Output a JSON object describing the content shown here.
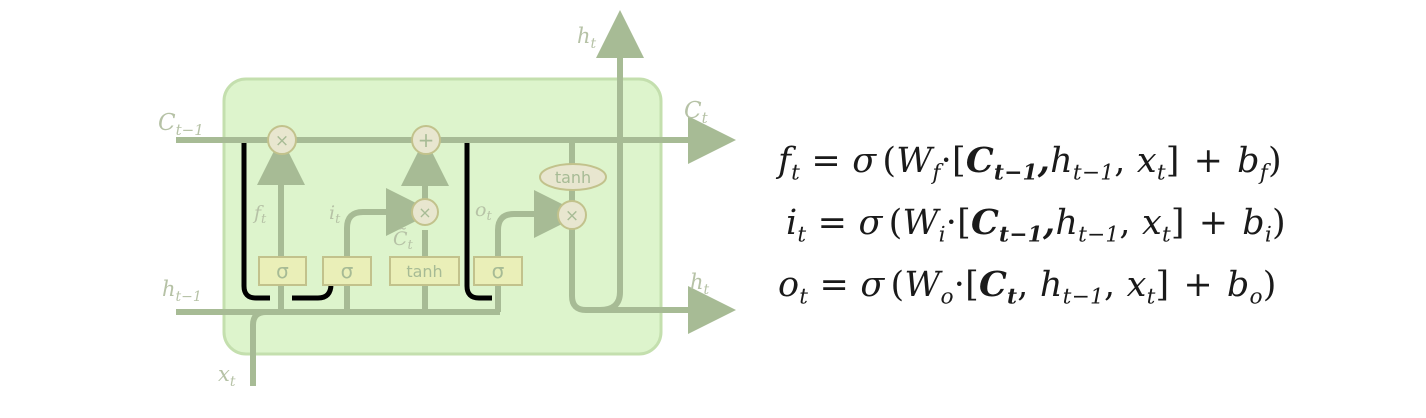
{
  "diagram": {
    "labels": {
      "c_prev": "C",
      "c_prev_sub": "t−1",
      "c_t": "C",
      "c_t_sub": "t",
      "h_top": "h",
      "h_top_sub": "t",
      "h_prev": "h",
      "h_prev_sub": "t−1",
      "h_out": "h",
      "h_out_sub": "t",
      "x_t": "x",
      "x_t_sub": "t",
      "f_t": "f",
      "f_t_sub": "t",
      "i_t": "i",
      "i_t_sub": "t",
      "o_t": "o",
      "o_t_sub": "t",
      "c_tilde": "C̃",
      "c_tilde_sub": "t"
    },
    "gates": {
      "forget_sigma": "σ",
      "input_sigma": "σ",
      "tanh_layer": "tanh",
      "output_sigma": "σ",
      "tanh_pointwise": "tanh"
    },
    "ops": {
      "multiply": "×",
      "add": "+"
    },
    "colors": {
      "cell_fill": "#ddf4cc",
      "cell_border": "#c4dfae",
      "line": "#a7bb95",
      "gate_fill": "#eaefb8",
      "gate_border": "#c2c28c",
      "op_fill": "#e8e6cf",
      "label": "#b6c2a6",
      "peephole": "#000000"
    }
  },
  "equations": [
    {
      "lhs": "f",
      "lhs_sub": "t",
      "eq": "=",
      "sigma": "σ",
      "open": "(",
      "w": "W",
      "w_sub": "f",
      "dot": "·",
      "peep": "C",
      "peep_sub": "t−1",
      "peep_comma": ",",
      "h": "h",
      "h_sub": "t−1",
      "comma": ",",
      "x": "x",
      "x_sub": "t",
      "close_bracket": "]",
      "plus": "+",
      "b": "b",
      "b_sub": "f",
      "close": ")"
    },
    {
      "lhs": "i",
      "lhs_sub": "t",
      "eq": "=",
      "sigma": "σ",
      "open": "(",
      "w": "W",
      "w_sub": "i",
      "dot": "·",
      "peep": "C",
      "peep_sub": "t−1",
      "peep_comma": ",",
      "h": "h",
      "h_sub": "t−1",
      "comma": ",",
      "x": "x",
      "x_sub": "t",
      "close_bracket": "]",
      "plus": "+",
      "b": "b",
      "b_sub": "i",
      "close": ")"
    },
    {
      "lhs": "o",
      "lhs_sub": "t",
      "eq": "=",
      "sigma": "σ",
      "open": "(",
      "w": "W",
      "w_sub": "o",
      "dot": "·",
      "peep": "C",
      "peep_sub": "t",
      "peep_comma": ",",
      "h": "h",
      "h_sub": "t−1",
      "comma": ",",
      "x": "x",
      "x_sub": "t",
      "close_bracket": "]",
      "plus": "+",
      "b": "b",
      "b_sub": "o",
      "close": ")"
    }
  ]
}
